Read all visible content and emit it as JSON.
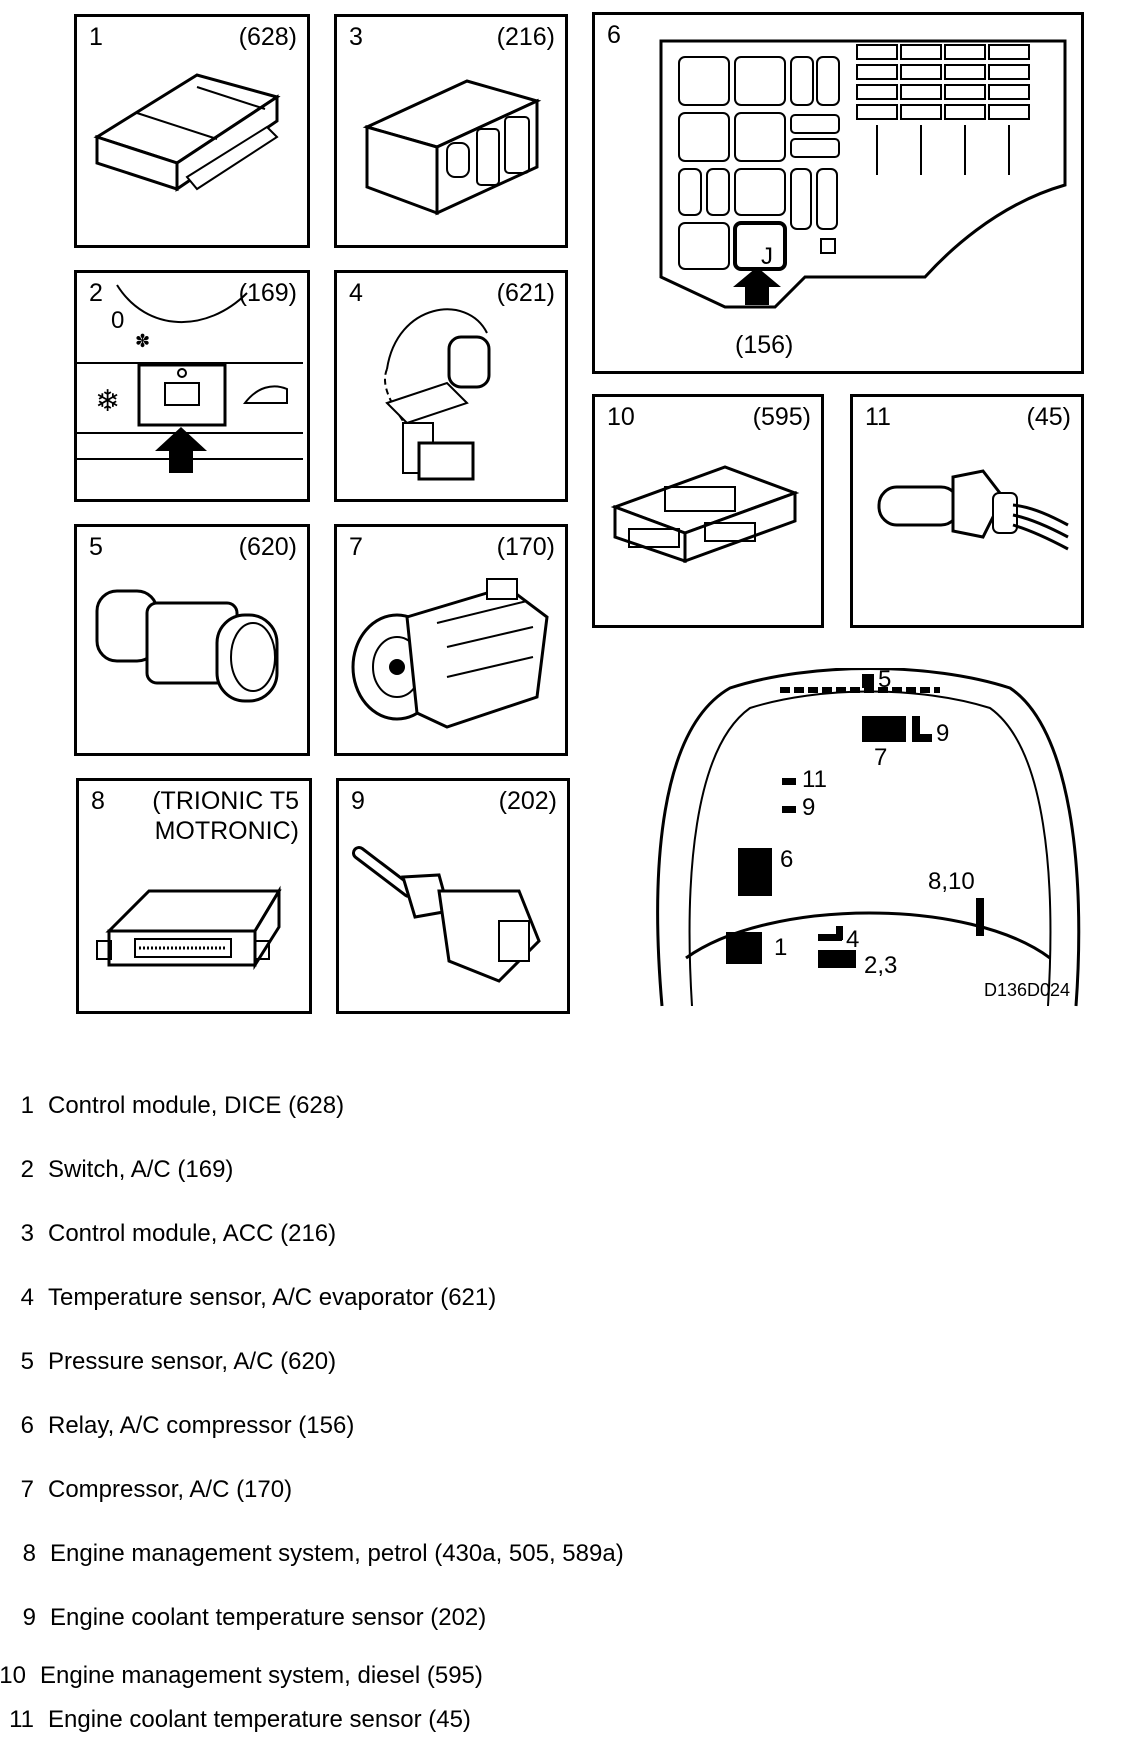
{
  "panels": [
    {
      "num": "1",
      "code": "(628)"
    },
    {
      "num": "3",
      "code": "(216)"
    },
    {
      "num": "6",
      "code": "(156)",
      "relay_letter": "J"
    },
    {
      "num": "2",
      "code": "(169)",
      "dial_value": "0"
    },
    {
      "num": "4",
      "code": "(621)"
    },
    {
      "num": "10",
      "code": "(595)"
    },
    {
      "num": "11",
      "code": "(45)"
    },
    {
      "num": "5",
      "code": "(620)"
    },
    {
      "num": "7",
      "code": "(170)"
    },
    {
      "num": "8",
      "code": "(TRIONIC T5",
      "code_line2": "MOTRONIC)"
    },
    {
      "num": "9",
      "code": "(202)"
    }
  ],
  "car_labels": [
    "5",
    "9",
    "7",
    "11",
    "9",
    "6",
    "8,10",
    "1",
    "4",
    "2,3"
  ],
  "drawing_code": "D136D024",
  "legend": [
    {
      "num": "1",
      "text": "Control module, DICE (628)"
    },
    {
      "num": "2",
      "text": "Switch, A/C (169)"
    },
    {
      "num": "3",
      "text": "Control module, ACC (216)"
    },
    {
      "num": "4",
      "text": "Temperature sensor, A/C evaporator (621)"
    },
    {
      "num": "5",
      "text": "Pressure sensor, A/C (620)"
    },
    {
      "num": "6",
      "text": "Relay, A/C compressor (156)"
    },
    {
      "num": "7",
      "text": "Compressor, A/C (170)"
    },
    {
      "num": "8",
      "text": "Engine management system, petrol (430a, 505, 589a)"
    },
    {
      "num": "9",
      "text": "Engine coolant temperature sensor (202)"
    },
    {
      "num": "10",
      "text": "Engine management system, diesel (595)"
    },
    {
      "num": "11",
      "text": "Engine coolant temperature sensor (45)"
    }
  ]
}
